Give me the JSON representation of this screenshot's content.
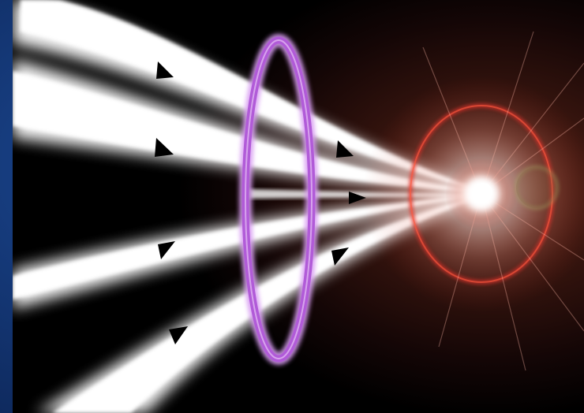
{
  "figure": {
    "description_icons": [
      "field-line",
      "direction-arrow-icon",
      "current-loop",
      "light-flare"
    ],
    "colors": {
      "frame_background": "#10306a",
      "field_background": "#000000",
      "field_line": "#ffffff",
      "loop": "#b15bd8",
      "flare_core": "#ffffff",
      "flare_ring": "#e0302a",
      "arrow": "#000000"
    }
  }
}
